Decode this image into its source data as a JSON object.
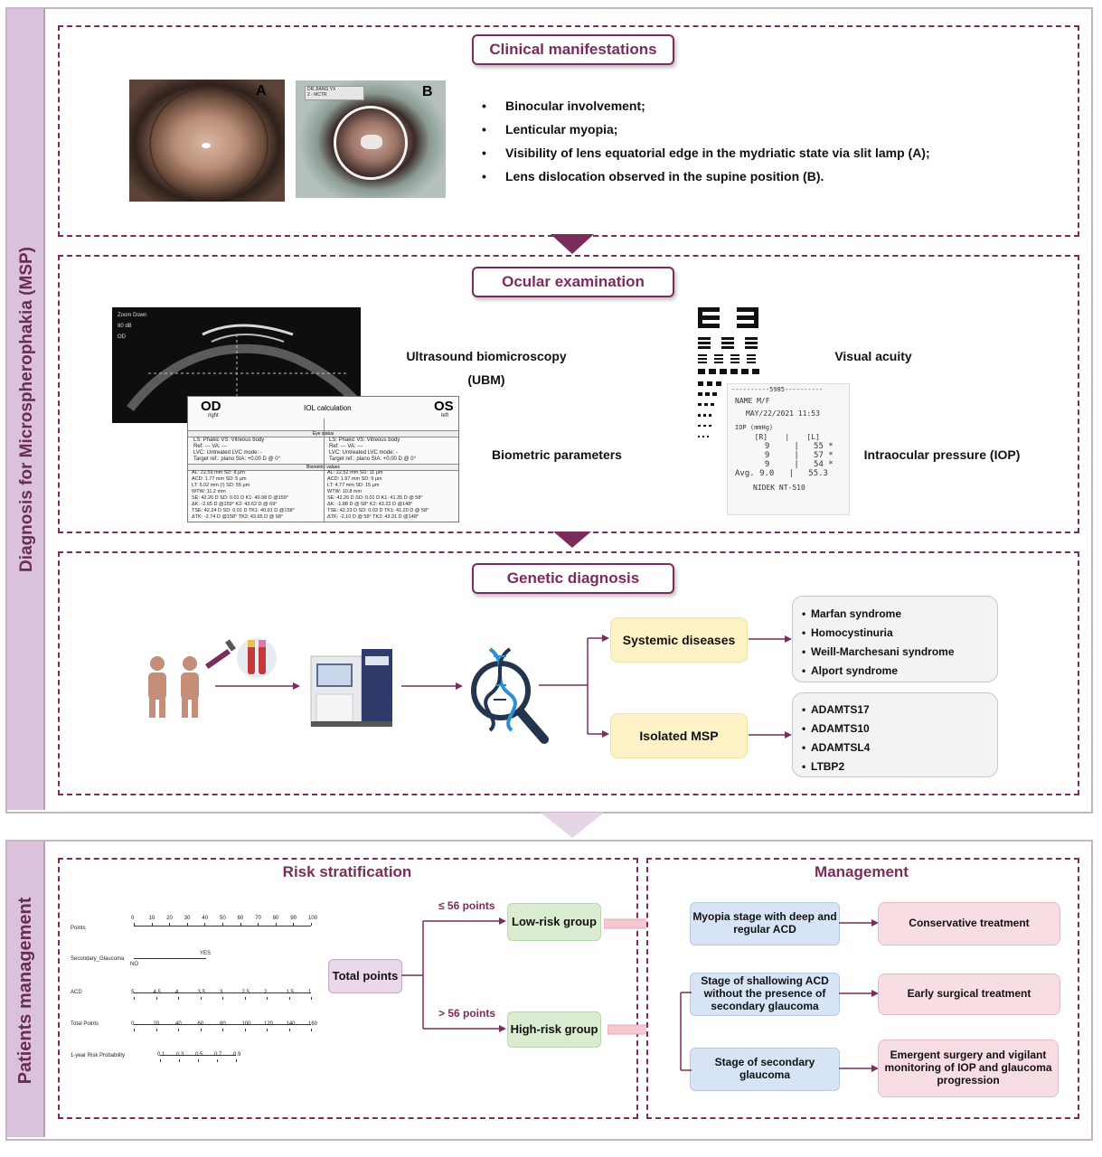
{
  "diagnosis_band": {
    "label": "Diagnosis for Microspherophakia (MSP)"
  },
  "patients_band": {
    "label": "Patients management"
  },
  "clinical": {
    "title": "Clinical manifestations",
    "photo_a_label": "A",
    "photo_b_label": "B",
    "photo_b_overlay": [
      "DR.JIANG YX",
      "2 - MCTR"
    ],
    "bullets": [
      "Binocular involvement;",
      "Lenticular myopia;",
      "Visibility of lens equatorial edge in the mydriatic state via slit lamp (A);",
      "Lens dislocation observed in the supine position (B)."
    ]
  },
  "ocular": {
    "title": "Ocular examination",
    "ubm_label_1": "Ultrasound biomicroscopy",
    "ubm_label_2": "(UBM)",
    "biometric_label": "Biometric parameters",
    "visual_label": "Visual acuity",
    "iop_label": "Intraocular pressure (IOP)",
    "ubm_overlay": [
      "Zoom Down",
      "80 dB",
      "OD"
    ],
    "iol": {
      "od": "OD",
      "od_sub": "right",
      "os": "OS",
      "os_sub": "left",
      "title": "IOL calculation",
      "eye_status": "Eye status",
      "biometric_values": "Biometric values",
      "left_status": [
        "LS: Phakic   VS: Vitreous body",
        "Ref: ---   VA: ---",
        "LVC: Untreated   LVC mode: -",
        "Target ref.: plano   SIA: +0.00 D @ 0°"
      ],
      "right_status": [
        "LS: Phakic   VS: Vitreous body",
        "Ref: ---   VA: ---",
        "LVC: Untreated   LVC mode: -",
        "Target ref.: plano   SIA: +0.00 D @ 0°"
      ],
      "left_values": [
        "AL: 22.59 mm   SD: 8 μm",
        "ACD: 1.77 mm   SD: 5 μm",
        "LT: 5.02 mm (!)   SD: 55 μm",
        "WTW: 11.2 mm",
        "SE: 42.26 D  SD: 0.01 D  K1: 40.98 D @159°",
        "ΔK: -2.65 D @159°   K2: 43.62 D @ 69°",
        "TSE: 42.24 D  SD: 0.01 D  TK1: 40.91 D @158°",
        "ΔTK: -2.74 D @158°   TK2: 43.65 D @ 68°"
      ],
      "right_values": [
        "AL: 22.52 mm   SD: 11 μm",
        "ACD: 1.97 mm   SD: 9 μm",
        "LT: 4.77 mm   SD: 15 μm",
        "WTW: 10.8 mm",
        "SE: 42.26 D  SD: 0.01 D  K1: 41.35 D @ 58°",
        "ΔK: -1.88 D @ 58°   K2: 43.22 D @148°",
        "TSE: 42.23 D  SD: 0.03 D  TK1: 41.20 D @ 58°",
        "ΔTK: -2.10 D @ 58°   TK2: 43.31 D @148°"
      ]
    },
    "iop_printout": {
      "header": "----------5985----------",
      "name": "NAME              M/F",
      "date": "MAY/22/2021   11:53",
      "unit": "IOP (mmHg)",
      "cols": "  [R]    |    [L]",
      "rows": [
        "  9     |   55 *",
        "  9     |   57 *",
        "  9     |   54 *"
      ],
      "avg": "Avg. 9.0   |   55.3",
      "device": "NIDEK  NT-510"
    }
  },
  "genetic": {
    "title": "Genetic diagnosis",
    "systemic": "Systemic diseases",
    "isolated": "Isolated MSP",
    "systemic_list": [
      "Marfan syndrome",
      "Homocystinuria",
      "Weill-Marchesani syndrome",
      "Alport syndrome"
    ],
    "isolated_list": [
      "ADAMTS17",
      "ADAMTS10",
      "ADAMTSL4",
      "LTBP2"
    ]
  },
  "risk": {
    "title": "Risk stratification",
    "total_points": "Total points",
    "low_threshold": "≤ 56 points",
    "high_threshold": "> 56 points",
    "low_group": "Low-risk group",
    "high_group": "High-risk group",
    "nomogram": {
      "rows": [
        "Points",
        "Secondary_Glaucoma",
        "ACD",
        "Total Points",
        "1-year Risk Probability"
      ],
      "points_ticks": [
        "0",
        "10",
        "20",
        "30",
        "40",
        "50",
        "60",
        "70",
        "80",
        "90",
        "100"
      ],
      "glaucoma_yes": "YES",
      "glaucoma_no": "NO",
      "acd_ticks": [
        "5",
        "4.5",
        "4",
        "3.5",
        "3",
        "2.5",
        "2",
        "1.5",
        "1"
      ],
      "total_ticks": [
        "0",
        "20",
        "40",
        "60",
        "80",
        "100",
        "120",
        "140",
        "160"
      ],
      "risk_ticks": [
        "0.1",
        "0.3",
        "0.5",
        "0.7",
        "0.9"
      ]
    }
  },
  "management": {
    "title": "Management",
    "stage1": "Myopia stage with deep and regular ACD",
    "stage2": "Stage of shallowing ACD without the presence of secondary glaucoma",
    "stage3": "Stage of secondary glaucoma",
    "treat1": "Conservative treatment",
    "treat2": "Early surgical treatment",
    "treat3": "Emergent surgery and vigilant monitoring of IOP and glaucoma progression"
  },
  "colors": {
    "accent": "#7a2c5d",
    "band": "#d9c2da",
    "yellow": "#fdf2c6",
    "green": "#d9eccf",
    "blue": "#d6e4f5",
    "pink": "#f8dde2"
  }
}
